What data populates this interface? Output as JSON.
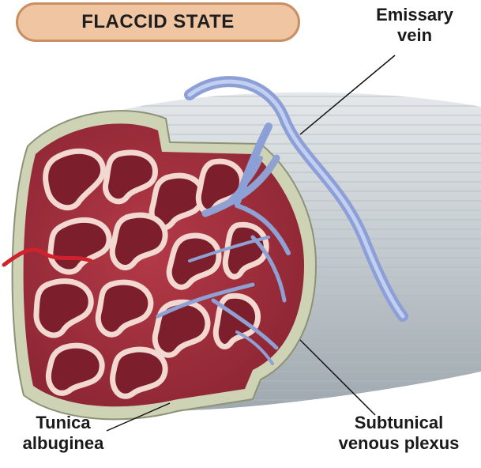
{
  "title": "FLACCID STATE",
  "labels": {
    "emissary_vein": {
      "line1": "Emissary",
      "line2": "vein"
    },
    "tunica_albuginea": {
      "line1": "Tunica",
      "line2": "albuginea"
    },
    "subtunical_plexus": {
      "line1": "Subtunical",
      "line2": "venous plexus"
    }
  },
  "colors": {
    "tissue_red": "#a8323f",
    "sinus_dark": "#7c1e2c",
    "sinus_border": "#f2d8d0",
    "tunica": "#cfd3b6",
    "vein_blue": "#9fb0dd",
    "cylinder_gray": "#c5ccd0",
    "title_bg": "#f0c6a2"
  }
}
